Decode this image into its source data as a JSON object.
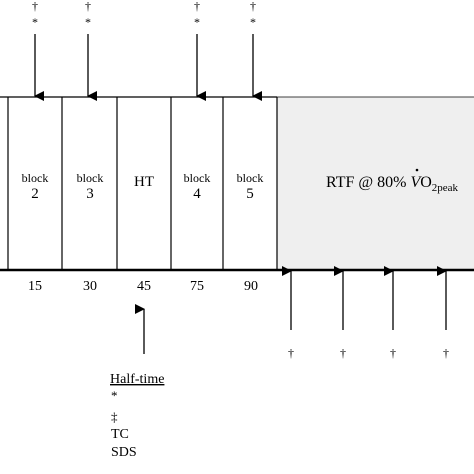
{
  "blocks": [
    {
      "word": "block",
      "num": "2"
    },
    {
      "word": "block",
      "num": "3"
    },
    {
      "label": "HT"
    },
    {
      "word": "block",
      "num": "4"
    },
    {
      "word": "block",
      "num": "5"
    }
  ],
  "rtf": {
    "label": "RTF @ 80% ",
    "v": "V",
    "o": "O",
    "sub": "2peak"
  },
  "ticks": [
    "15",
    "30",
    "45",
    "75",
    "90"
  ],
  "top_marks": [
    {
      "dagger": "†",
      "star": "*"
    },
    {
      "dagger": "†",
      "star": "*"
    },
    {
      "dagger": "†",
      "star": "*"
    },
    {
      "dagger": "†",
      "star": "*"
    }
  ],
  "bottom_marks": [
    "†",
    "†",
    "†",
    "†"
  ],
  "halftime": {
    "title": "Half-time",
    "items": [
      "*",
      "‡",
      "TC",
      "SDS"
    ]
  },
  "colors": {
    "rtf_fill": "#efefef",
    "line": "#000000"
  }
}
